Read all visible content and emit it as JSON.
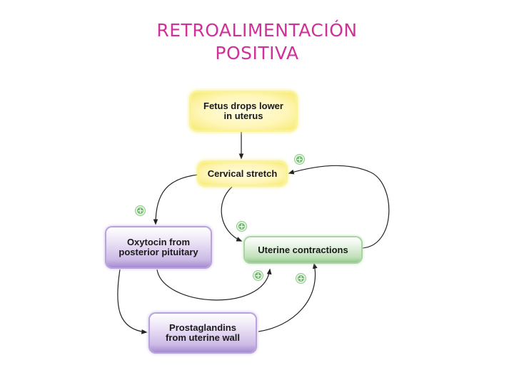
{
  "title": {
    "line1": "RETROALIMENTACIÓN",
    "line2": "POSITIVA"
  },
  "nodes": {
    "fetus": "Fetus drops lower in uterus",
    "cervical": "Cervical stretch",
    "oxytocin": "Oxytocin from posterior pituitary",
    "uterine": "Uterine contractions",
    "prostaglandins": "Prostaglandins from uterine wall"
  },
  "signs": {
    "positive": "+"
  },
  "colors": {
    "title": "#d0309a",
    "yellow_box": "#fff6b8",
    "purple_box": "#cdbbe6",
    "green_box": "#bfe0b8",
    "plus_sign": "#6fb96d"
  }
}
